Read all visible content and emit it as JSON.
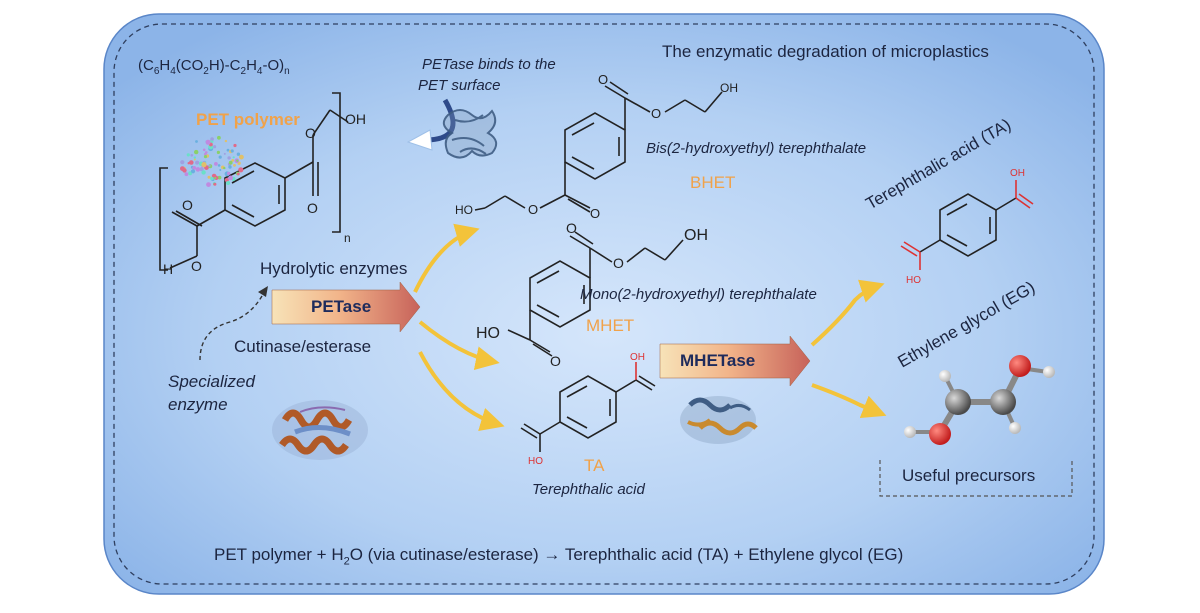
{
  "title": "The enzymatic degradation of microplastics",
  "pet_formula": {
    "main": "(C",
    "s1": "6",
    "p1": "H",
    "s2": "4",
    "p2": "(CO",
    "s3": "2",
    "p3": "H)-C",
    "s4": "2",
    "p4": "H",
    "s5": "4",
    "p5": "-O)",
    "s6": "n"
  },
  "pet_polymer_label": "PET polymer",
  "petase_binds": {
    "line1": "PETase binds to the",
    "line2": "PET surface"
  },
  "bhet": {
    "name": "Bis(2-hydroxyethyl) terephthalate",
    "abbr": "BHET"
  },
  "mhet": {
    "name": "Mono(2-hydroxyethyl) terephthalate",
    "abbr": "MHET"
  },
  "ta_center": {
    "abbr": "TA",
    "name": "Terephthalic acid"
  },
  "ta_right": "Terephthalic acid (TA)",
  "eg_right": "Ethylene glycol (EG)",
  "hydrolytic_enzymes": "Hydrolytic enzymes",
  "petase_arrow": "PETase",
  "cutinase": "Cutinase/esterase",
  "specialized": {
    "line1": "Specialized",
    "line2": "enzyme"
  },
  "mhetase_arrow": "MHETase",
  "useful_precursors": "Useful precursors",
  "equation": {
    "left": "PET polymer + H",
    "sub": "2",
    "right": "O (via cutinase/esterase) → Terephthalic acid (TA) + Ethylene glycol (EG)"
  },
  "atoms": {
    "oh": "OH",
    "ho": "HO",
    "o": "O",
    "h": "H",
    "n": "n"
  },
  "colors": {
    "panel_bg": "#a9c9f1",
    "panel_edge": "#3d6eb8",
    "orange": "#f0a24a",
    "arrow_yellow": "#f3c33a",
    "oxygen_red": "#e03030"
  }
}
